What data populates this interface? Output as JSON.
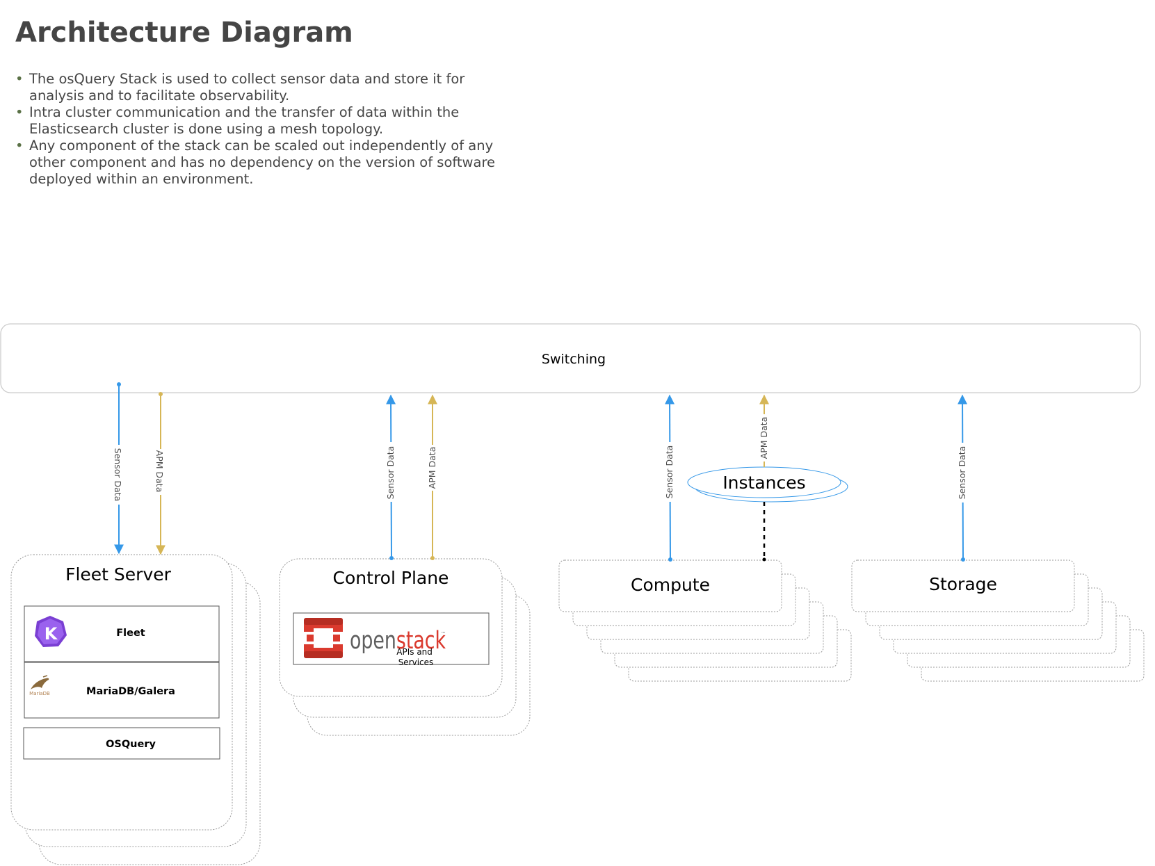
{
  "page": {
    "title": "Architecture Diagram",
    "bullets": [
      "The osQuery Stack is used to collect sensor data and store it for analysis and to facilitate observability.",
      "Intra cluster communication and the transfer of data within the Elasticsearch cluster is done using a mesh topology.",
      "Any component of the stack can be scaled out independently of any other component and has no dependency on the version of software deployed within an environment."
    ]
  },
  "diagram": {
    "switching": "Switching",
    "fleet_server": {
      "title": "Fleet Server",
      "fleet": "Fleet",
      "mariadb": "MariaDB/Galera",
      "mariadb_logo": "MariaDB",
      "osquery": "OSQuery"
    },
    "control_plane": {
      "title": "Control Plane",
      "openstack_open": "open",
      "openstack_stack": "stack",
      "openstack_tm": "™",
      "apis_line1": "APIs and",
      "apis_line2": "Services"
    },
    "compute": {
      "title": "Compute"
    },
    "instances": {
      "title": "Instances"
    },
    "storage": {
      "title": "Storage"
    },
    "edges": {
      "sensor_data": "Sensor Data",
      "apm_data": "APM Data"
    },
    "colors": {
      "sensor": "#3598e8",
      "apm": "#d6b656",
      "stack_border": "#999999",
      "switch_border": "#cccccc",
      "openstack_red": "#da3a2e"
    },
    "icons": [
      "kubernetes-k-icon",
      "mariadb-seal-icon",
      "openstack-logo-icon"
    ]
  }
}
